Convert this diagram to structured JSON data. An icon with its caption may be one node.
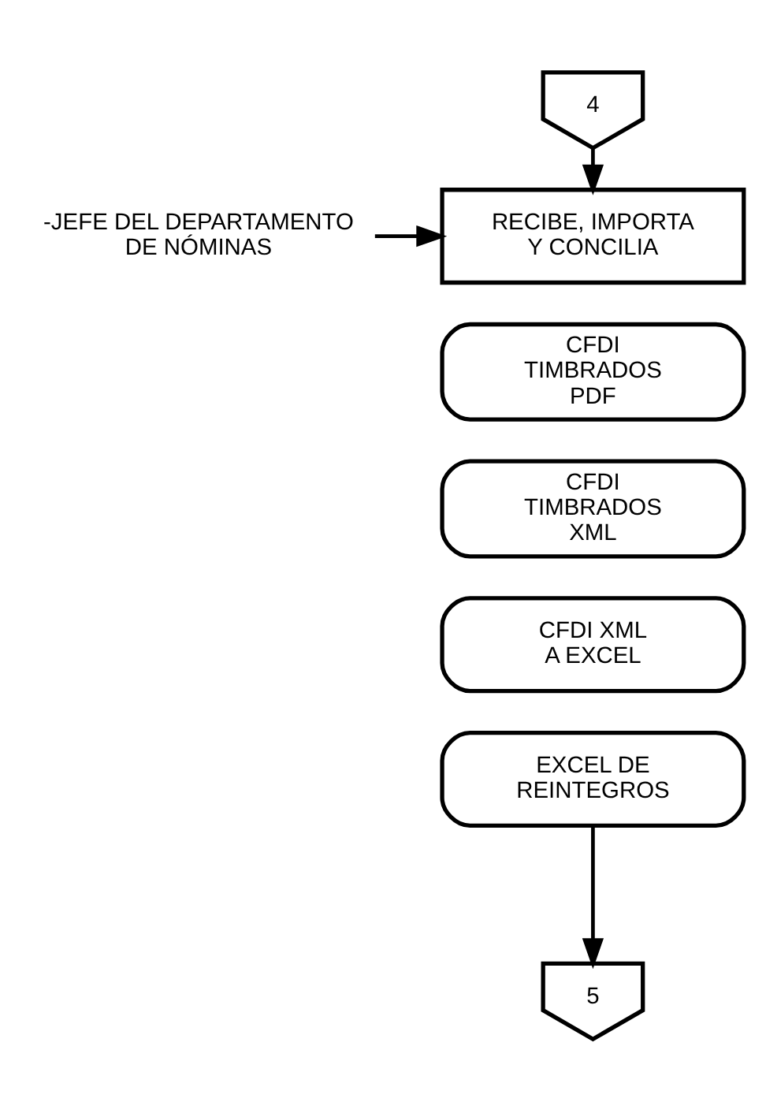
{
  "diagram": {
    "nodes": [
      {
        "text": [
          "4"
        ]
      },
      {
        "text": [
          "-JEFE DEL DEPARTAMENTO DE NÓMINAS"
        ]
      },
      {
        "text": [
          "RECIBE, IMPORTA Y CONCILIA"
        ]
      },
      {
        "text": [
          "CFDI TIMBRADOS PDF"
        ]
      },
      {
        "text": [
          "CFDI TIMBRADOS XML"
        ]
      },
      {
        "text": [
          "CFDI XML A EXCEL"
        ]
      },
      {
        "text": [
          "EXCEL DE REINTEGROS"
        ]
      },
      {
        "text": [
          "5"
        ]
      }
    ],
    "edges": [
      {
        "from": 0,
        "to": 2,
        "arrow": "to"
      },
      {
        "from": 1,
        "to": 2,
        "arrow": "to"
      },
      {
        "from": 6,
        "to": 7,
        "arrow": "to"
      }
    ]
  }
}
